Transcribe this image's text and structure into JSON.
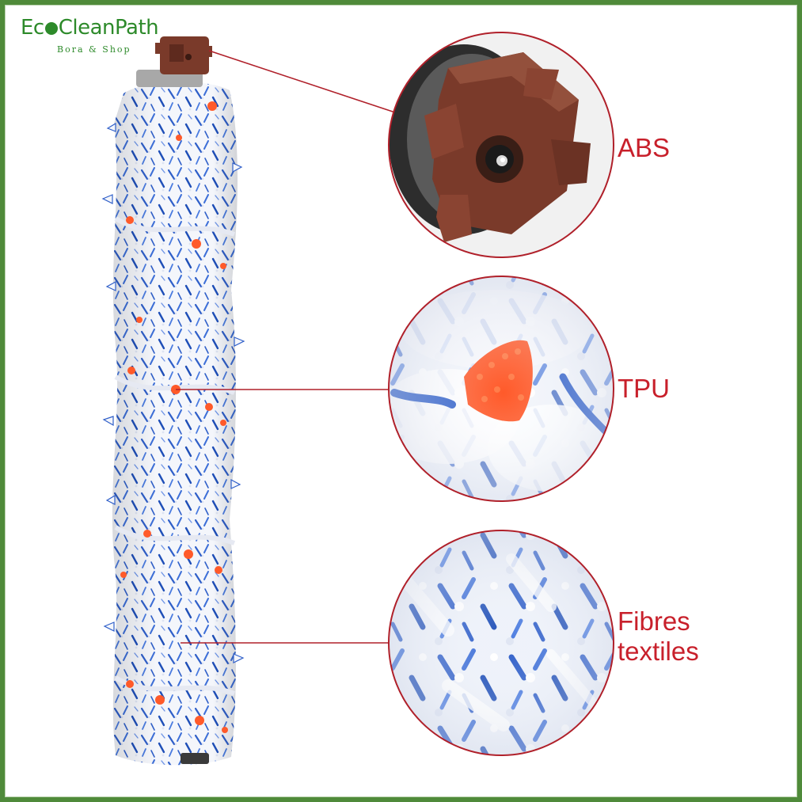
{
  "logo": {
    "brand_prefix": "Ec",
    "brand_suffix": "CleanPath",
    "tagline": "Bora & Shop"
  },
  "callouts": [
    {
      "label": "ABS",
      "icon": "end-cap-closeup"
    },
    {
      "label": "TPU",
      "icon": "orange-bristle-closeup"
    },
    {
      "label": "Fibres\ntextiles",
      "icon": "microfiber-closeup"
    }
  ],
  "colors": {
    "frame": "#4f8a3a",
    "label": "#c8202b",
    "leader_line": "#b0202a",
    "brand": "#2d8a2a",
    "roller_white": "#f4f6fb",
    "roller_blue": "#2f5fc9",
    "bristle_orange": "#ff5a2a",
    "cap_brown": "#7a3a2a"
  }
}
